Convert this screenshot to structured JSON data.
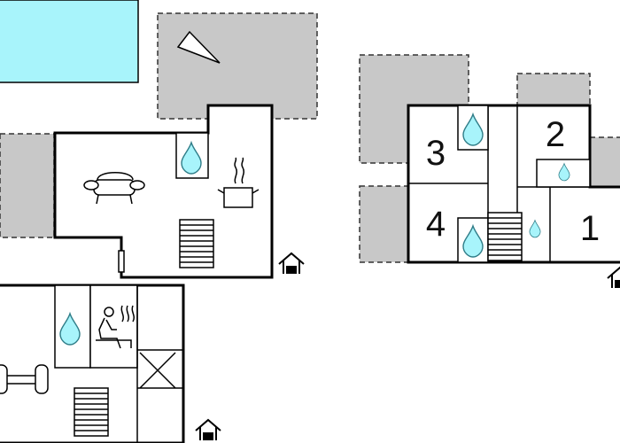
{
  "colors": {
    "background": "#ffffff",
    "wall": "#000000",
    "outdoor": "#c8c8c8",
    "pool": "#a8f4fb",
    "water": "#a8f4fb",
    "water_stroke": "#2f7d88"
  },
  "floor_plan": {
    "rooms": [
      {
        "number": "3"
      },
      {
        "number": "2"
      },
      {
        "number": "4"
      },
      {
        "number": "1"
      }
    ],
    "icons": [
      "pool-icon",
      "north-arrow-icon",
      "sofa-icon",
      "water-drop-icon",
      "cooking-pot-icon",
      "stairs-icon",
      "entrance-icon",
      "sauna-icon",
      "dumbbell-icon"
    ]
  }
}
